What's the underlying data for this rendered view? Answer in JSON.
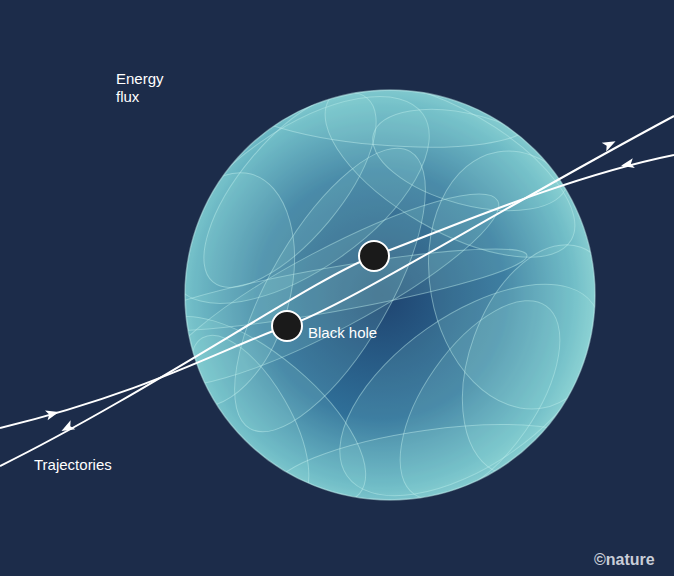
{
  "diagram": {
    "labels": [
      "Energy flux",
      "Black hole",
      "Trajectories",
      "©nature"
    ]
  }
}
